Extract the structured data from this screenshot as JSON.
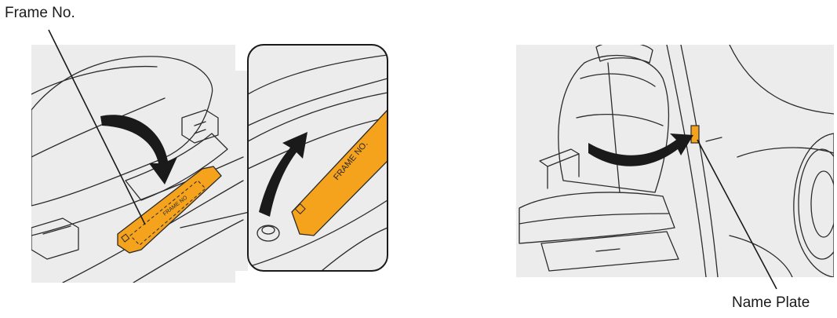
{
  "labels": {
    "frame_no": "Frame No.",
    "name_plate": "Name Plate"
  },
  "cover_text": {
    "main_small": "FRAME NO",
    "inset_large": "FRAME NO."
  },
  "colors": {
    "panel_gray": "#ececec",
    "highlight_orange": "#f5a21c",
    "arrow_black": "#1a1a1a",
    "line": "#2b2b2b"
  }
}
